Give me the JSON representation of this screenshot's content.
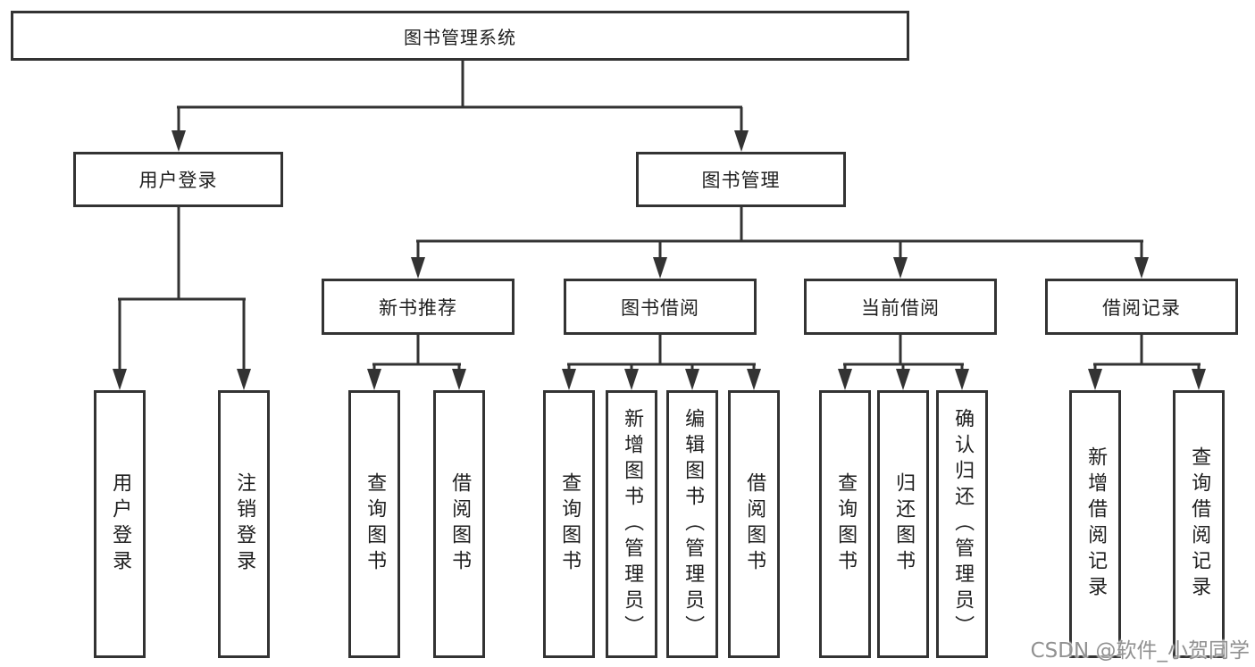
{
  "tree": {
    "root": "图书管理系统",
    "branches": [
      {
        "label": "用户登录",
        "leaves": [
          "用户登录",
          "注销登录"
        ]
      },
      {
        "label": "图书管理",
        "sections": [
          {
            "label": "新书推荐",
            "leaves": [
              "查询图书",
              "借阅图书"
            ]
          },
          {
            "label": "图书借阅",
            "leaves": [
              "查询图书",
              "新增图书（管理员）",
              "编辑图书（管理员）",
              "借阅图书"
            ]
          },
          {
            "label": "当前借阅",
            "leaves": [
              "查询图书",
              "归还图书",
              "确认归还（管理员）"
            ]
          },
          {
            "label": "借阅记录",
            "leaves": [
              "新增借阅记录",
              "查询借阅记录"
            ]
          }
        ]
      }
    ]
  },
  "watermark": "CSDN @软件_小贺同学",
  "colors": {
    "line": "#333333",
    "text": "#1f1f1f",
    "background": "#ffffff",
    "watermark": "#919191"
  }
}
